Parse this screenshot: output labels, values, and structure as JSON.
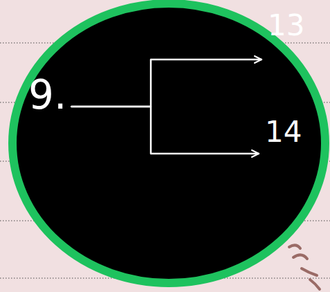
{
  "diagram": {
    "nodes": [
      {
        "text": [
          "9."
        ]
      },
      {
        "text": [
          "13"
        ]
      },
      {
        "text": [
          "14"
        ]
      }
    ],
    "edges": [
      {
        "from": 0,
        "to": 1,
        "arrow": "to"
      },
      {
        "from": 0,
        "to": 2,
        "arrow": "to"
      }
    ]
  }
}
